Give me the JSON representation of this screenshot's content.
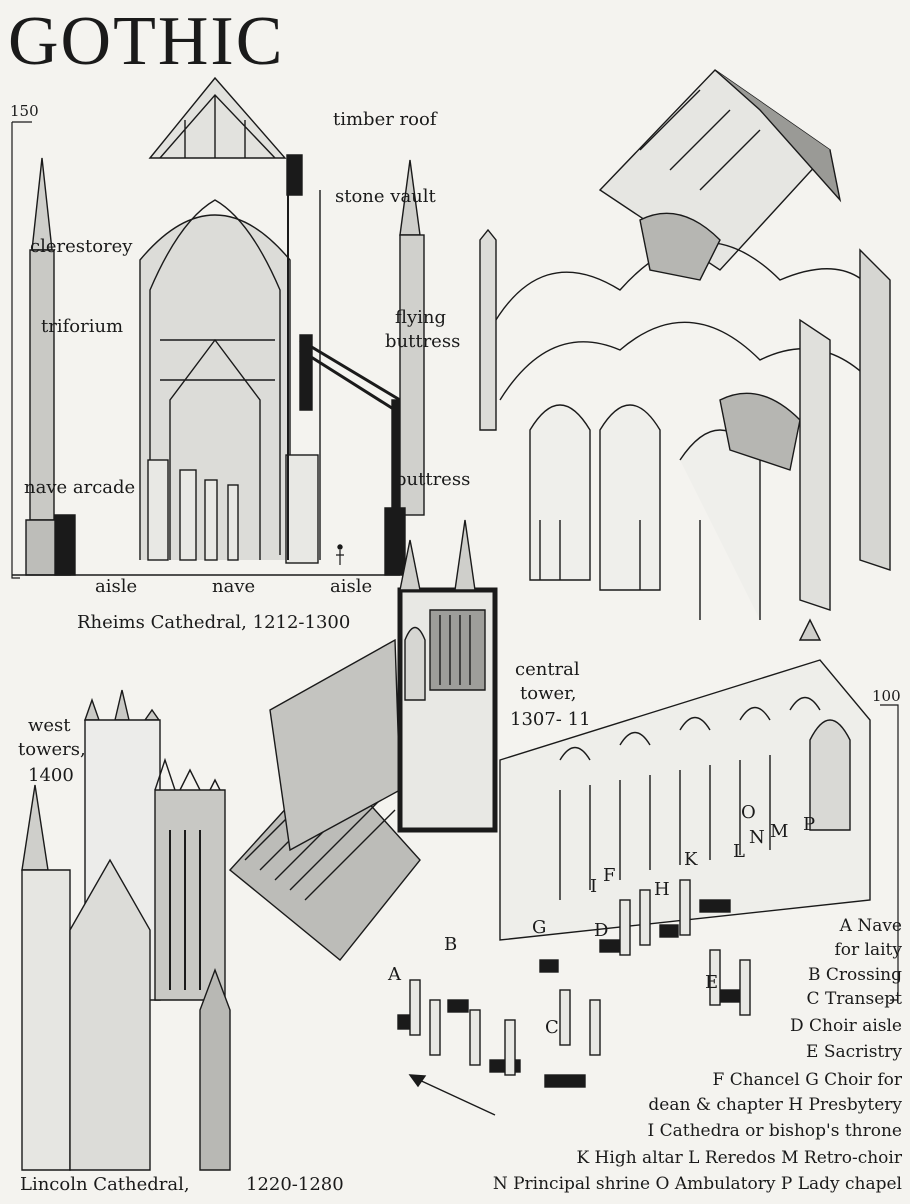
{
  "title": "GOTHIC",
  "rheims": {
    "scale": "150",
    "labels": {
      "timber_roof": "timber roof",
      "stone_vault": "stone vault",
      "clerestorey": "clerestorey",
      "triforium": "triforium",
      "flying_buttress_1": "flying",
      "flying_buttress_2": "buttress",
      "nave_arcade": "nave arcade",
      "buttress": "buttress",
      "aisle_left": "aisle",
      "nave": "nave",
      "aisle_right": "aisle"
    },
    "caption": "Rheims Cathedral, 1212-1300"
  },
  "lincoln": {
    "scale": "100",
    "central_tower": [
      "central",
      "tower,",
      "1307- 11"
    ],
    "west_towers": [
      "west",
      "towers,",
      "1400"
    ],
    "caption_left": "Lincoln Cathedral,",
    "caption_right": "1220-1280",
    "plan_letters": [
      "A",
      "B",
      "C",
      "D",
      "E",
      "F",
      "G",
      "H",
      "I",
      "K",
      "L",
      "M",
      "N",
      "O",
      "P"
    ],
    "key": [
      "A  Nave",
      "for laity",
      "B  Crossing",
      "C  Transept",
      "D  Choir aisle",
      "E  Sacristry",
      "F  Chancel  G  Choir for",
      "dean & chapter  H  Presbytery",
      "I  Cathedra or bishop's throne",
      "K  High altar  L  Reredos  M  Retro-choir",
      "N  Principal shrine  O  Ambulatory  P  Lady chapel"
    ]
  },
  "colors": {
    "ink": "#1a1a1a",
    "paper": "#f4f3ef",
    "shade": "#b8b8b4",
    "light": "#d8d8d4"
  }
}
